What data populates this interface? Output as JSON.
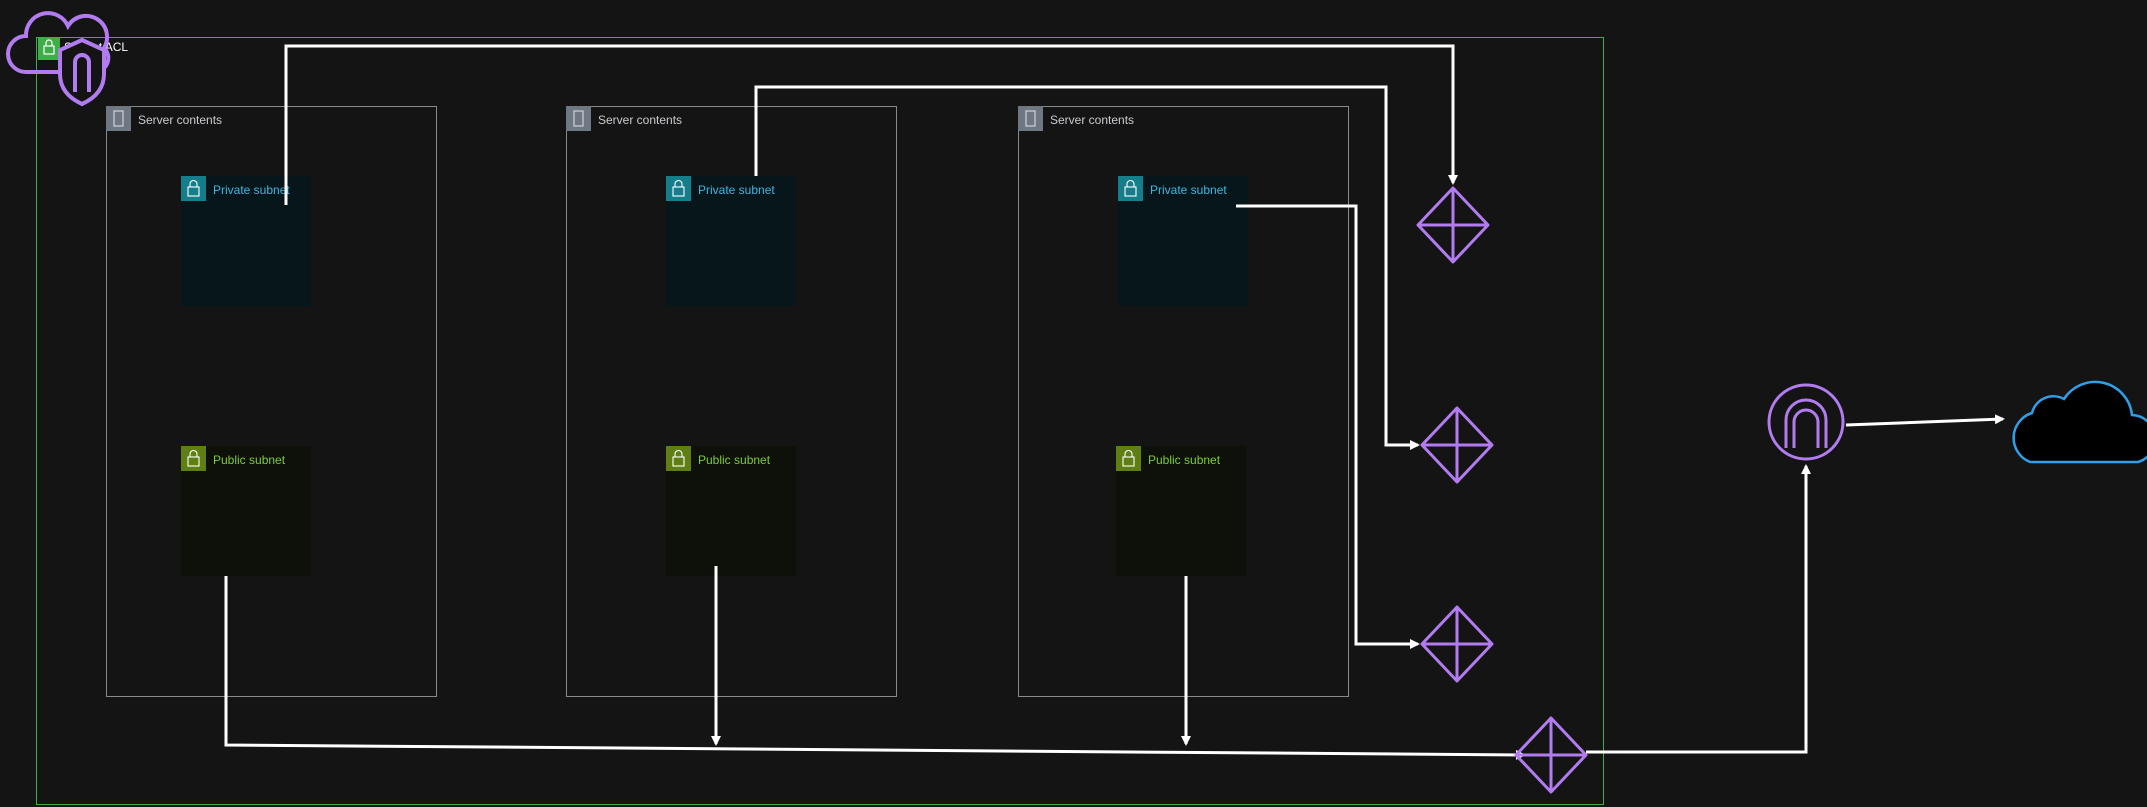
{
  "vpc": {
    "label": "Subnet ACL"
  },
  "columns": [
    {
      "server_label": "Server contents",
      "private_label": "Private subnet",
      "public_label": "Public subnet"
    },
    {
      "server_label": "Server contents",
      "private_label": "Private subnet",
      "public_label": "Public subnet"
    },
    {
      "server_label": "Server contents",
      "private_label": "Private subnet",
      "public_label": "Public subnet"
    }
  ],
  "icons": {
    "vpc_cloud": "cloud-shield-icon",
    "router": "router-icon",
    "internet_gateway": "internet-gateway-icon",
    "internet_cloud": "cloud-icon",
    "server": "server-icon",
    "lock": "lock-icon"
  },
  "colors": {
    "background": "#141414",
    "vpc_border": "#3fae49",
    "purple": "#b27cf0",
    "cloud_blue": "#2f9fe8",
    "private": "#3fb6e0",
    "public": "#7ccd35",
    "connector": "#ffffff"
  }
}
